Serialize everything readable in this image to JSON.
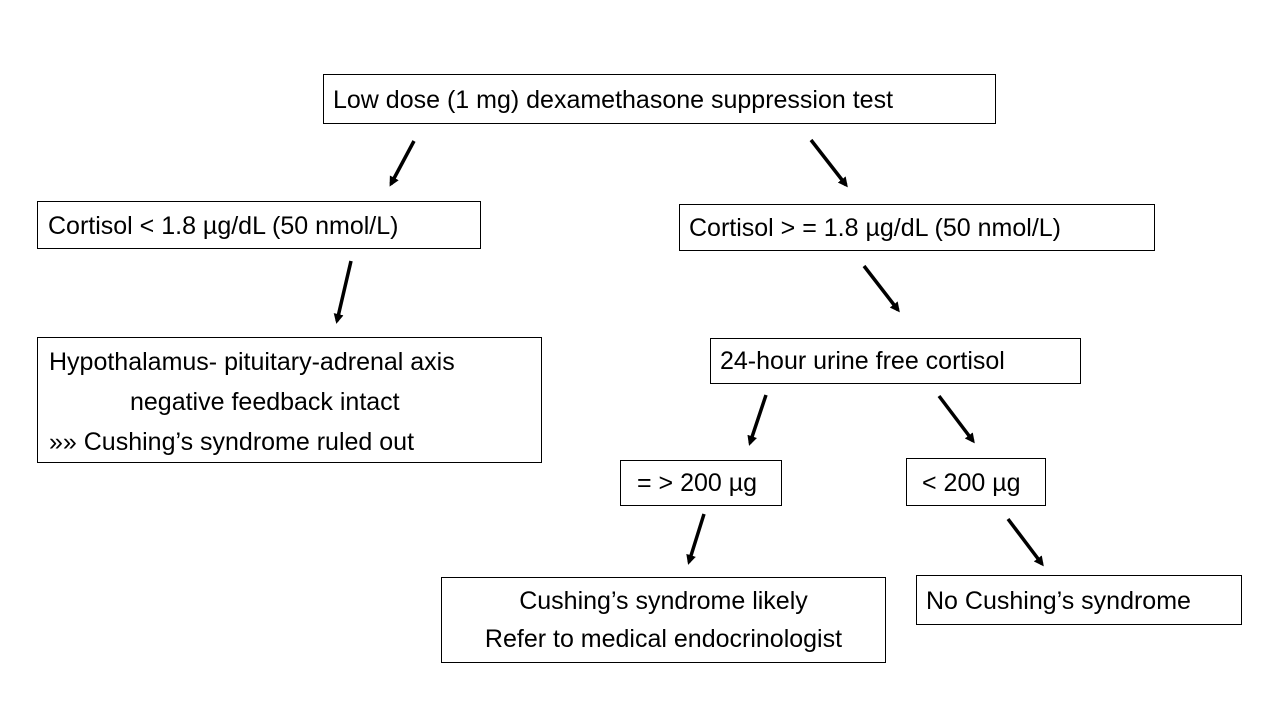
{
  "nodes": {
    "start": {
      "text": "Low dose (1 mg) dexamethasone suppression test"
    },
    "cortisol_low": {
      "text": "Cortisol < 1.8 µg/dL (50 nmol/L)"
    },
    "cortisol_high": {
      "text": "Cortisol > = 1.8 µg/dL (50 nmol/L)"
    },
    "ruled_out": {
      "lines": [
        "Hypothalamus- pituitary-adrenal axis",
        "negative feedback intact",
        "»» Cushing’s syndrome ruled out"
      ]
    },
    "urine": {
      "text": "24-hour urine free cortisol"
    },
    "ge_200": {
      "text": "= > 200 µg"
    },
    "lt_200": {
      "text": "< 200 µg"
    },
    "likely": {
      "lines": [
        "Cushing’s syndrome likely",
        "Refer to medical endocrinologist"
      ]
    },
    "no_cushing": {
      "text": "No Cushing’s syndrome"
    }
  },
  "edges": [
    {
      "from": "start",
      "to": "cortisol_low"
    },
    {
      "from": "start",
      "to": "cortisol_high"
    },
    {
      "from": "cortisol_low",
      "to": "ruled_out"
    },
    {
      "from": "cortisol_high",
      "to": "urine"
    },
    {
      "from": "urine",
      "to": "ge_200"
    },
    {
      "from": "urine",
      "to": "lt_200"
    },
    {
      "from": "ge_200",
      "to": "likely"
    },
    {
      "from": "lt_200",
      "to": "no_cushing"
    }
  ],
  "colors": {
    "line": "#000000",
    "background": "#ffffff"
  }
}
